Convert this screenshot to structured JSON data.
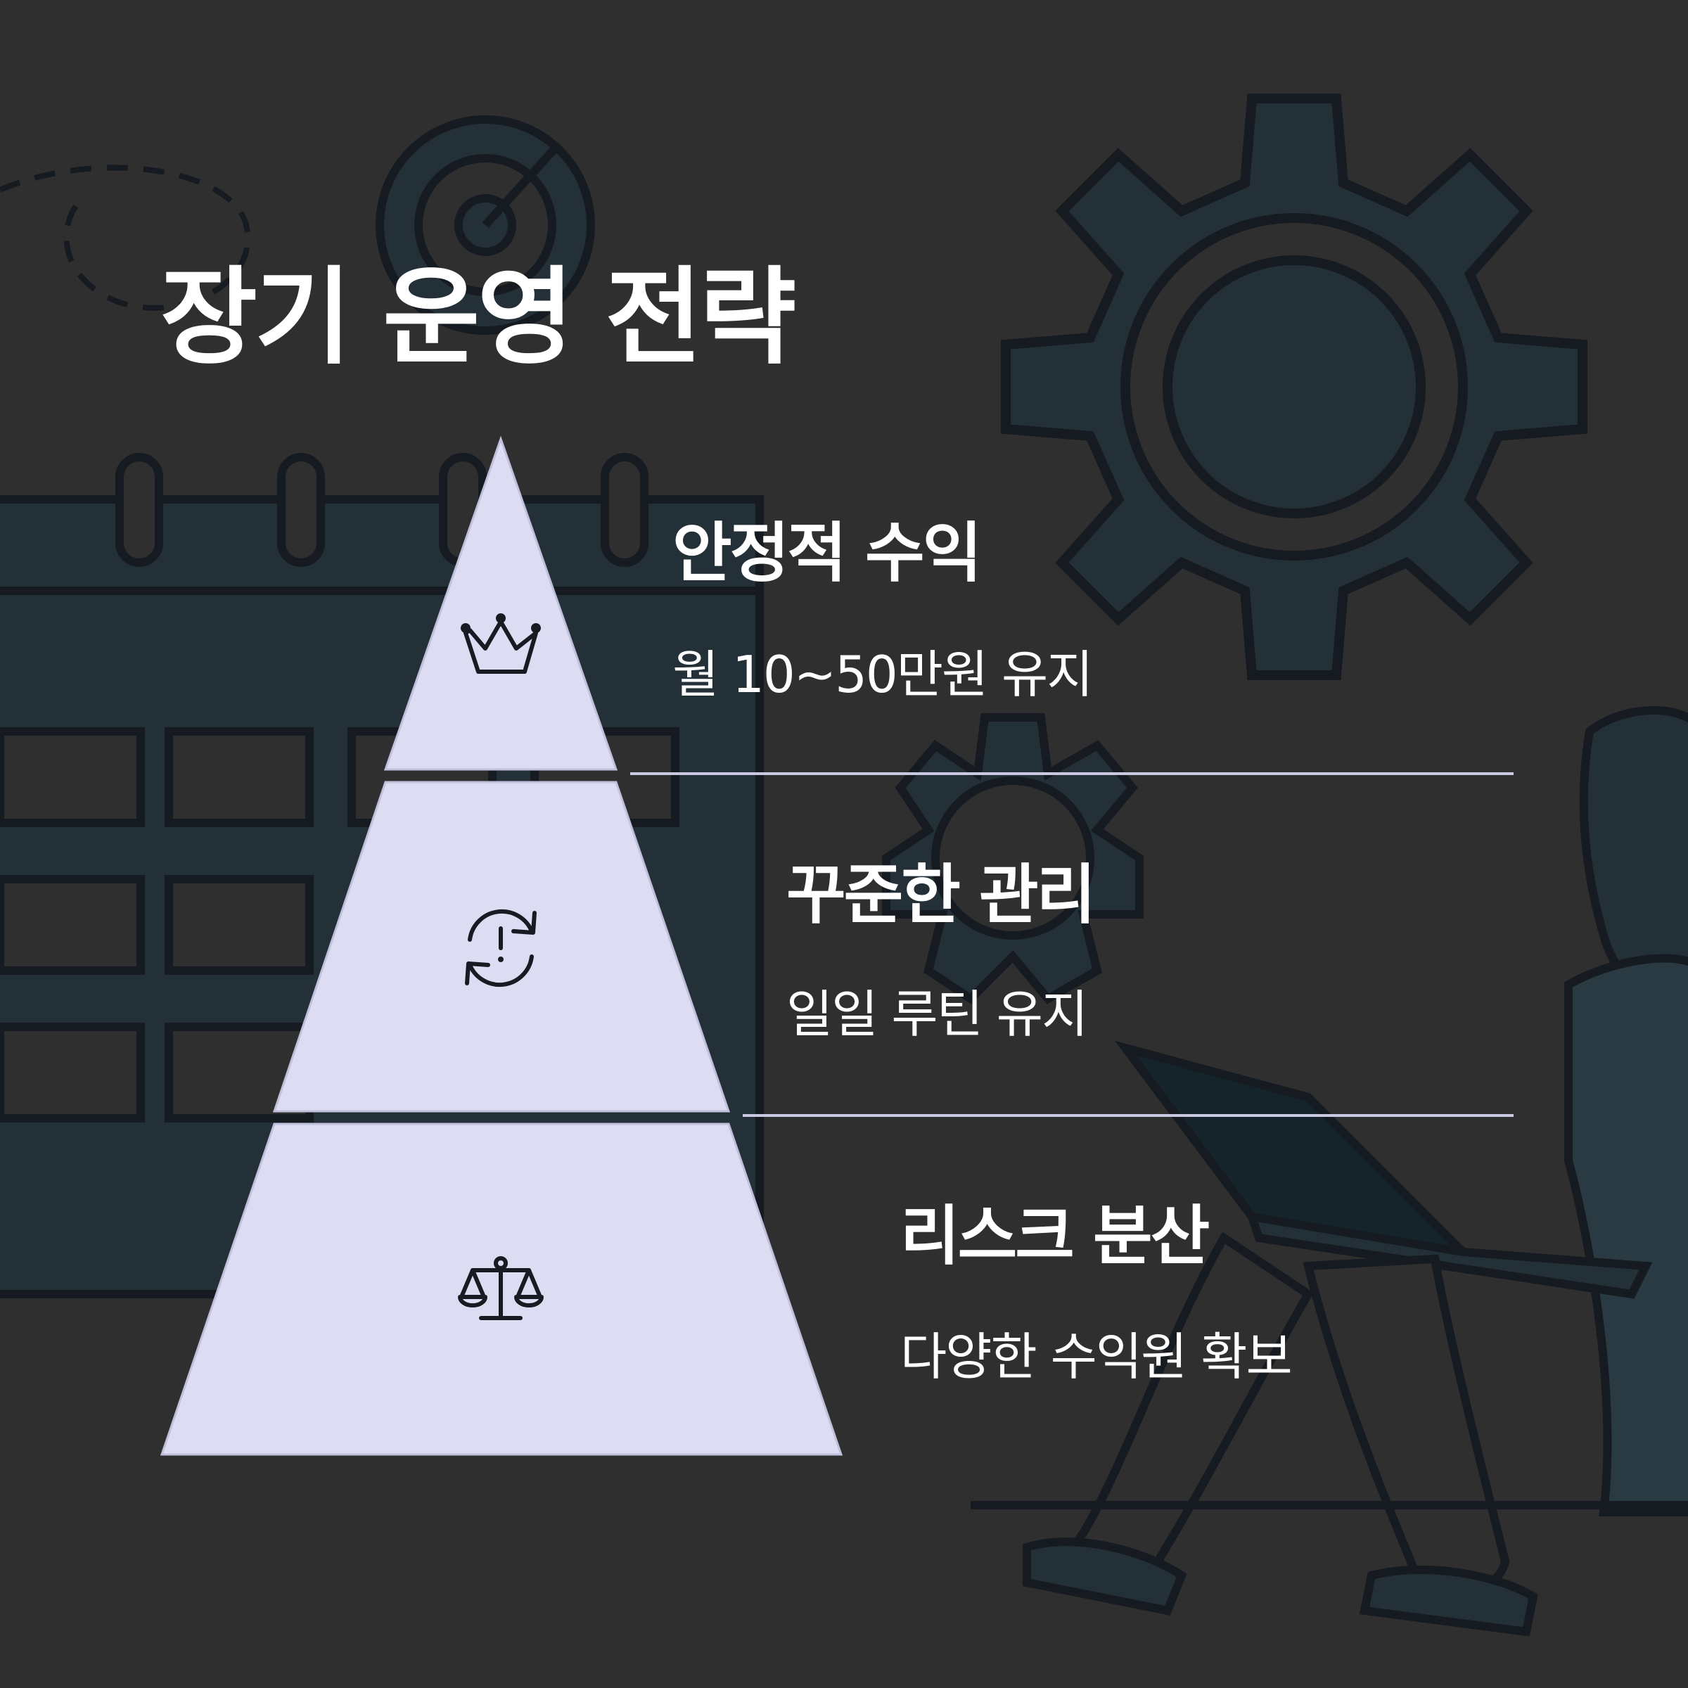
{
  "title": "장기 운영 전략",
  "colors": {
    "background": "#2f2f30",
    "illustration_fill": "#233038",
    "illustration_stroke": "#151b20",
    "pyramid_fill": "#dcdcf2",
    "divider": "#c9c9e2",
    "text": "#ffffff",
    "icon": "#1a1a22"
  },
  "tiers": [
    {
      "title": "안정적 수익",
      "description": "월 10~50만원 유지",
      "icon": "crown-icon"
    },
    {
      "title": "꾸준한 관리",
      "description": "일일 루틴 유지",
      "icon": "refresh-alert-icon"
    },
    {
      "title": "리스크 분산",
      "description": "다양한 수익원 확보",
      "icon": "balance-scale-icon"
    }
  ]
}
